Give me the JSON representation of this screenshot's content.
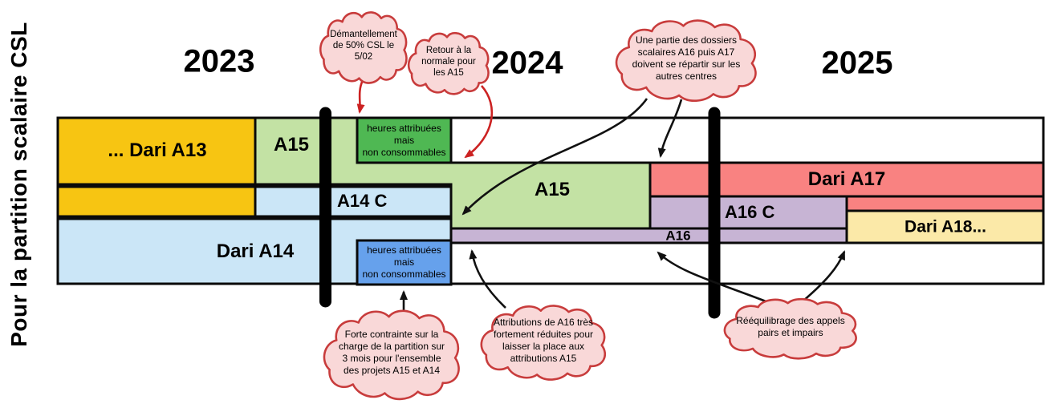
{
  "side_label": "Pour la partition scalaire CSL",
  "years": {
    "y2023": "2023",
    "y2024": "2024",
    "y2025": "2025"
  },
  "bars": {
    "dari_a13": "... Dari A13",
    "a15_column": "A15",
    "a14_c": "A14 C",
    "dari_a14": "Dari A14",
    "a15_main": "A15",
    "a16": "A16",
    "a16_c": "A16 C",
    "dari_a17": "Dari A17",
    "dari_a18": "Dari A18...",
    "green_note": "heures attribuées\nmais\nnon consommables",
    "blue_note": "heures attribuées\nmais\nnon consommables"
  },
  "callouts": {
    "demantellement": "Démantellement de 50% CSL le 5/02",
    "retour_normale": "Retour à la normale pour les A15",
    "repartition_autres_centres": "Une partie des dossiers scalaires A16 puis A17 doivent se répartir sur les autres centres",
    "forte_contrainte": "Forte contrainte sur la charge de la partition sur 3 mois pour l'ensemble des projets A15 et A14",
    "attributions_reduites": "Attributions de A16 très fortement réduites pour laisser la place aux attributions A15",
    "reequilibrage": "Rééquilibrage des appels pairs et impairs"
  },
  "colors": {
    "yellow": "#f7c512",
    "light_green": "#c3e2a4",
    "dark_green": "#4fb853",
    "light_blue": "#cbe6f7",
    "mid_blue": "#66a1ec",
    "salmon": "#f98281",
    "purple": "#c7b4d4",
    "cream": "#fbe9a8",
    "white": "#ffffff",
    "outline": "#0a0a0a",
    "milestone": "#000000",
    "cloud_fill": "#f9d8d8",
    "cloud_stroke": "#c83c3c",
    "arrow_red": "#cc2222",
    "arrow_black": "#111111"
  }
}
